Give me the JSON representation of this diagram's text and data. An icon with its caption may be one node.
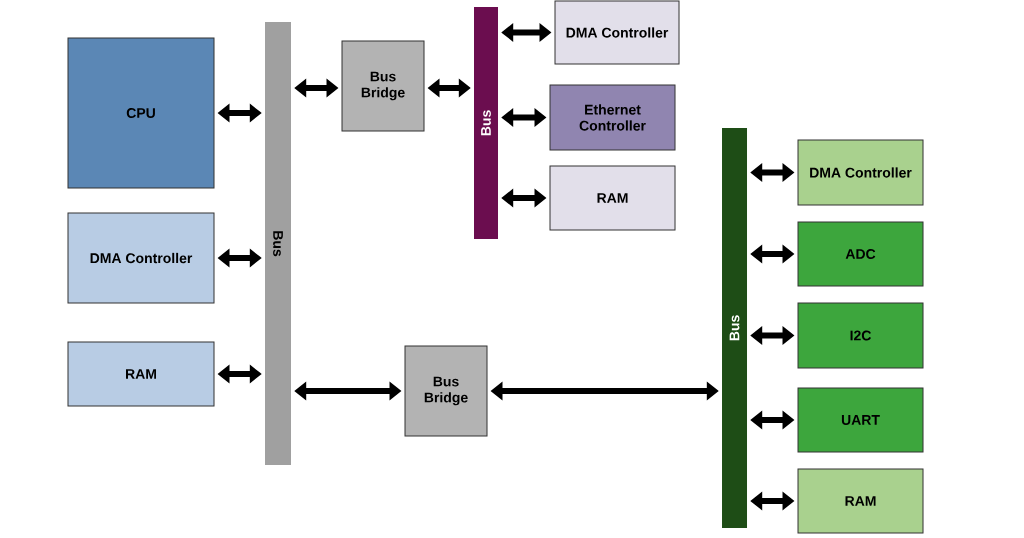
{
  "diagram": {
    "nodes": [
      {
        "text": [
          "CPU"
        ]
      },
      {
        "text": [
          "DMA Controller"
        ]
      },
      {
        "text": [
          "RAM"
        ]
      },
      {
        "text": [
          "Bus"
        ]
      },
      {
        "text": [
          "Bus Bridge"
        ]
      },
      {
        "text": [
          "Bus"
        ]
      },
      {
        "text": [
          "DMA Controller"
        ]
      },
      {
        "text": [
          "Ethernet Controller"
        ]
      },
      {
        "text": [
          "RAM"
        ]
      },
      {
        "text": [
          "Bus Bridge"
        ]
      },
      {
        "text": [
          "Bus"
        ]
      },
      {
        "text": [
          "DMA Controller"
        ]
      },
      {
        "text": [
          "ADC"
        ]
      },
      {
        "text": [
          "I2C"
        ]
      },
      {
        "text": [
          "UART"
        ]
      },
      {
        "text": [
          "RAM"
        ]
      }
    ],
    "edges": [
      {
        "from": 0,
        "to": 3,
        "arrow": "both"
      },
      {
        "from": 1,
        "to": 3,
        "arrow": "both"
      },
      {
        "from": 2,
        "to": 3,
        "arrow": "both"
      },
      {
        "from": 3,
        "to": 4,
        "arrow": "both"
      },
      {
        "from": 4,
        "to": 5,
        "arrow": "both"
      },
      {
        "from": 5,
        "to": 6,
        "arrow": "both"
      },
      {
        "from": 5,
        "to": 7,
        "arrow": "both"
      },
      {
        "from": 5,
        "to": 8,
        "arrow": "both"
      },
      {
        "from": 3,
        "to": 9,
        "arrow": "both"
      },
      {
        "from": 9,
        "to": 10,
        "arrow": "both"
      },
      {
        "from": 10,
        "to": 11,
        "arrow": "both"
      },
      {
        "from": 10,
        "to": 12,
        "arrow": "both"
      },
      {
        "from": 10,
        "to": 13,
        "arrow": "both"
      },
      {
        "from": 10,
        "to": 14,
        "arrow": "both"
      },
      {
        "from": 10,
        "to": 15,
        "arrow": "both"
      }
    ]
  }
}
